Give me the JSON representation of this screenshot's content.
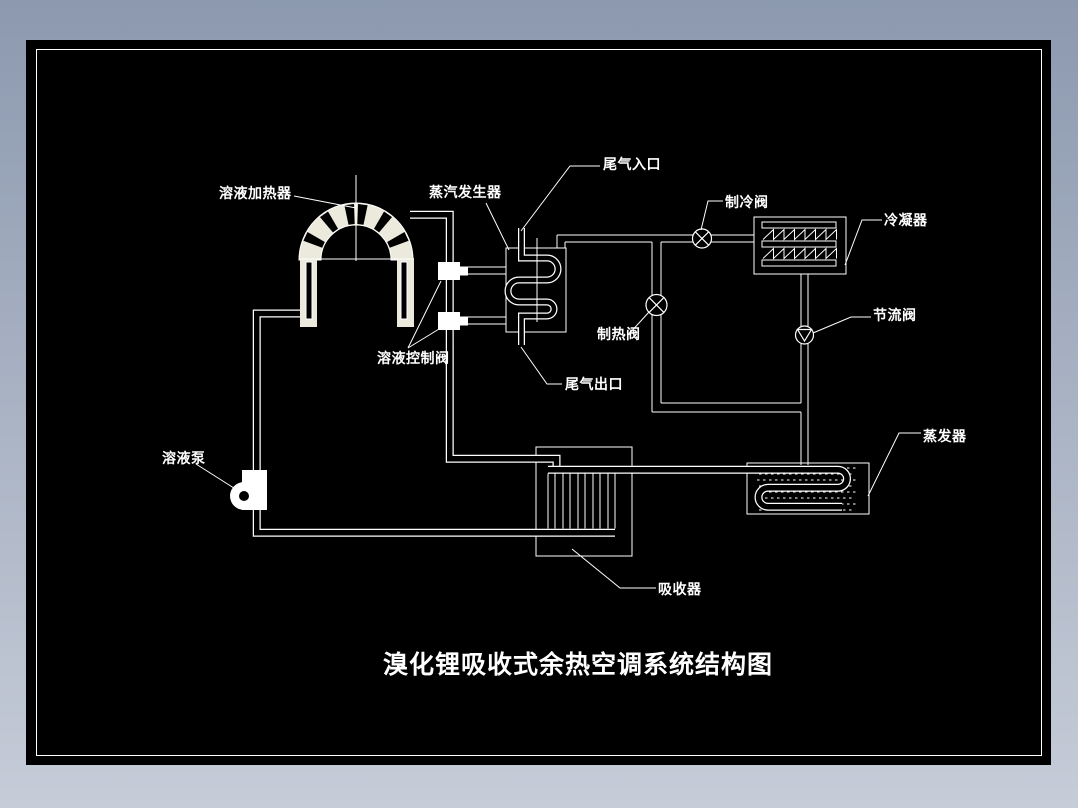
{
  "title": "溴化锂吸收式余热空调系统结构图",
  "labels": {
    "solution_heater": "溶液加热器",
    "steam_generator": "蒸汽发生器",
    "exhaust_inlet": "尾气入口",
    "cooling_valve": "制冷阀",
    "condenser": "冷凝器",
    "throttle_valve": "节流阀",
    "heating_valve": "制热阀",
    "exhaust_outlet": "尾气出口",
    "solution_control_valve": "溶液控制阀",
    "solution_pump": "溶液泵",
    "evaporator": "蒸发器",
    "absorber": "吸收器"
  },
  "colors": {
    "background_top": "#8c99af",
    "background_bottom": "#c6ccd8",
    "panel": "#000000",
    "line": "#ffffff",
    "heater_fill": "#ece9dd"
  }
}
